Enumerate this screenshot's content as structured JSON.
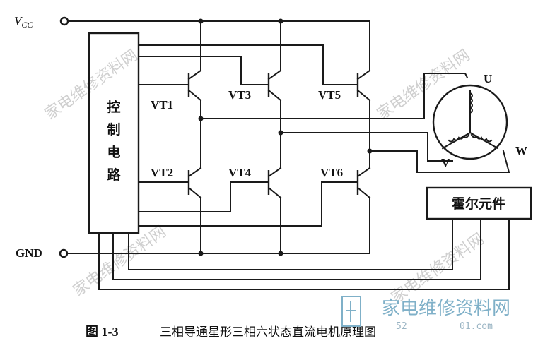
{
  "terminals": {
    "vcc": "V",
    "vcc_sub": "CC",
    "gnd": "GND"
  },
  "control_block": {
    "chars": [
      "控",
      "制",
      "电",
      "路"
    ]
  },
  "transistors": [
    "VT1",
    "VT3",
    "VT5",
    "VT2",
    "VT4",
    "VT6"
  ],
  "motor": {
    "phase_u": "U",
    "phase_v": "V",
    "phase_w": "W"
  },
  "hall_block": {
    "label": "霍尔元件"
  },
  "caption": {
    "number": "图 1-3",
    "title": "三相导通星形三相六状态直流电机原理图"
  },
  "watermarks": {
    "text": "家电维修资料网",
    "logo_text": "家电维修资料网",
    "logo_url_text": "52",
    "logo_url_tail": "01.com"
  }
}
